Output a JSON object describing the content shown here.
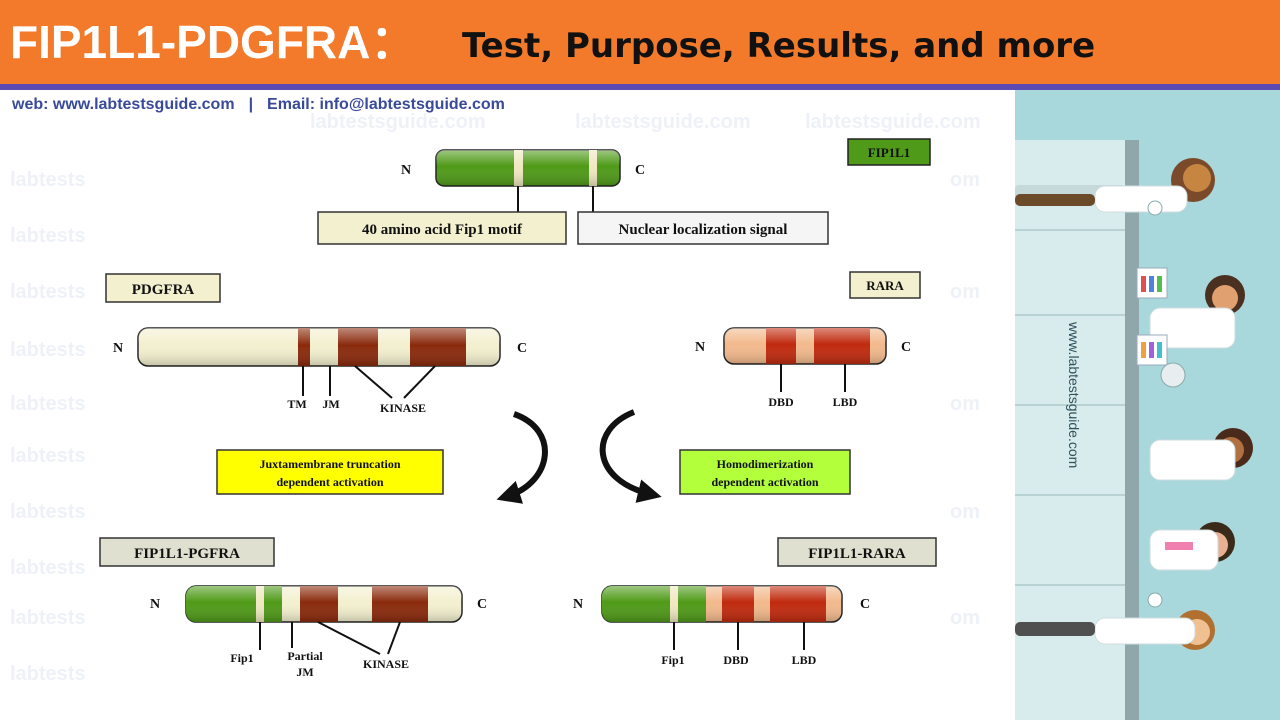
{
  "header": {
    "title_main": "FIP1L1-PDGFRA：",
    "title_sub": "Test, Purpose, Results, and more"
  },
  "contact": {
    "web": "web:  www.labtestsguide.com",
    "separator": "|",
    "email": "Email: info@labtestsguide.com"
  },
  "watermark": [
    "labtests",
    "labtestsguide.com",
    "labtestsguide.com",
    "labtestsguide.com",
    "om"
  ],
  "sidebar": {
    "url": "www.labtestsguide.com"
  },
  "diagram": {
    "fip1l1": {
      "tag": "FIP1L1",
      "n": "N",
      "c": "C",
      "motif": "40 amino acid Fip1 motif",
      "nls": "Nuclear localization signal"
    },
    "pdgfra": {
      "tag": "PDGFRA",
      "n": "N",
      "c": "C",
      "tm": "TM",
      "jm": "JM",
      "kinase": "KINASE"
    },
    "rara": {
      "tag": "RARA",
      "n": "N",
      "c": "C",
      "dbd": "DBD",
      "lbd": "LBD"
    },
    "juxta": {
      "line1": "Juxtamembrane truncation",
      "line2": "dependent activation"
    },
    "homo": {
      "line1": "Homodimerization",
      "line2": "dependent activation"
    },
    "fusion_pgfra": {
      "tag": "FIP1L1-PGFRA",
      "n": "N",
      "c": "C",
      "fip1": "Fip1",
      "partial1": "Partial",
      "partial2": "JM",
      "kinase": "KINASE"
    },
    "fusion_rara": {
      "tag": "FIP1L1-RARA",
      "n": "N",
      "c": "C",
      "fip1": "Fip1",
      "dbd": "DBD",
      "lbd": "LBD"
    }
  },
  "colors": {
    "banner": "#f37a2a",
    "banner_line": "#5b4ab1",
    "green": "#4f9a18",
    "cream": "#f3f0cf",
    "kinase_red": "#8a2a0c",
    "peach": "#f2b98c",
    "red": "#c02a0e",
    "yellow_box": "#ffff00",
    "lime_box": "#b4ff3c",
    "sidebar": "#a9d8dc"
  }
}
